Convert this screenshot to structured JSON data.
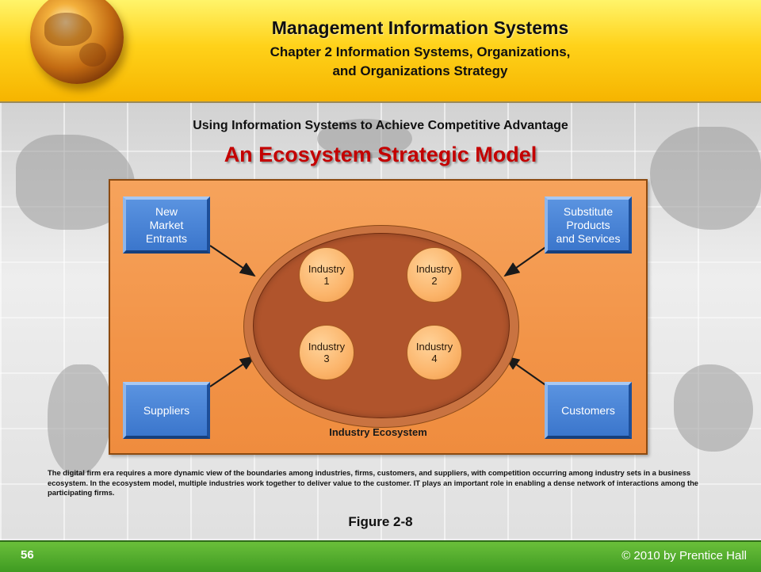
{
  "header": {
    "title": "Management Information Systems",
    "subtitle_line1": "Chapter 2 Information Systems, Organizations,",
    "subtitle_line2": "and Organizations Strategy"
  },
  "slide": {
    "subtitle": "Using Information Systems to Achieve Competitive Advantage",
    "title": "An Ecosystem Strategic Model"
  },
  "diagram": {
    "boxes": {
      "top_left": "New\nMarket\nEntrants",
      "top_right": "Substitute\nProducts\nand Services",
      "bottom_left": "Suppliers",
      "bottom_right": "Customers"
    },
    "industries": [
      "Industry\n1",
      "Industry\n2",
      "Industry\n3",
      "Industry\n4"
    ],
    "ecosystem_label": "Industry Ecosystem",
    "colors": {
      "panel": "#f29448",
      "ellipse": "#b0542c",
      "box": "#3b76cc"
    }
  },
  "caption": "The digital firm era requires a more dynamic view of the boundaries among industries, firms, customers, and suppliers, with competition occurring among industry sets in a business ecosystem. In the ecosystem model, multiple industries work together to deliver value to the customer. IT plays an important role in enabling a dense network of interactions among the participating firms.",
  "figure_label": "Figure 2-8",
  "footer": {
    "page_number": "56",
    "copyright": "© 2010 by Prentice Hall"
  }
}
